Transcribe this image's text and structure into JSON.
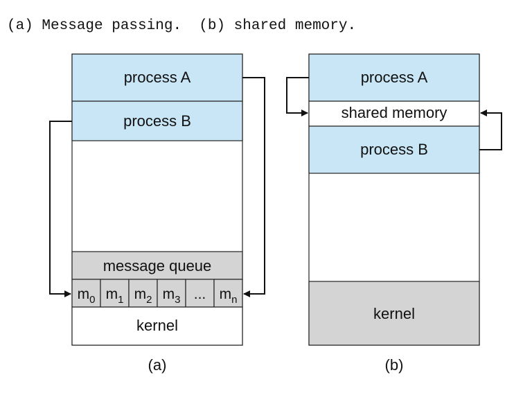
{
  "caption": "(a) Message passing.  (b) shared memory.",
  "colors": {
    "process": "#c8e6f5",
    "kernel_gray": "#d4d4d4",
    "white": "#ffffff",
    "stroke": "#222222"
  },
  "diagram_a": {
    "process_a": "process A",
    "process_b": "process B",
    "message_queue": "message queue",
    "queue_cells": [
      {
        "base": "m",
        "sub": "0"
      },
      {
        "base": "m",
        "sub": "1"
      },
      {
        "base": "m",
        "sub": "2"
      },
      {
        "base": "m",
        "sub": "3"
      },
      {
        "base": "...",
        "sub": ""
      },
      {
        "base": "m",
        "sub": "n"
      }
    ],
    "kernel": "kernel",
    "label": "(a)"
  },
  "diagram_b": {
    "process_a": "process A",
    "shared_memory": "shared memory",
    "process_b": "process B",
    "kernel": "kernel",
    "label": "(b)"
  }
}
